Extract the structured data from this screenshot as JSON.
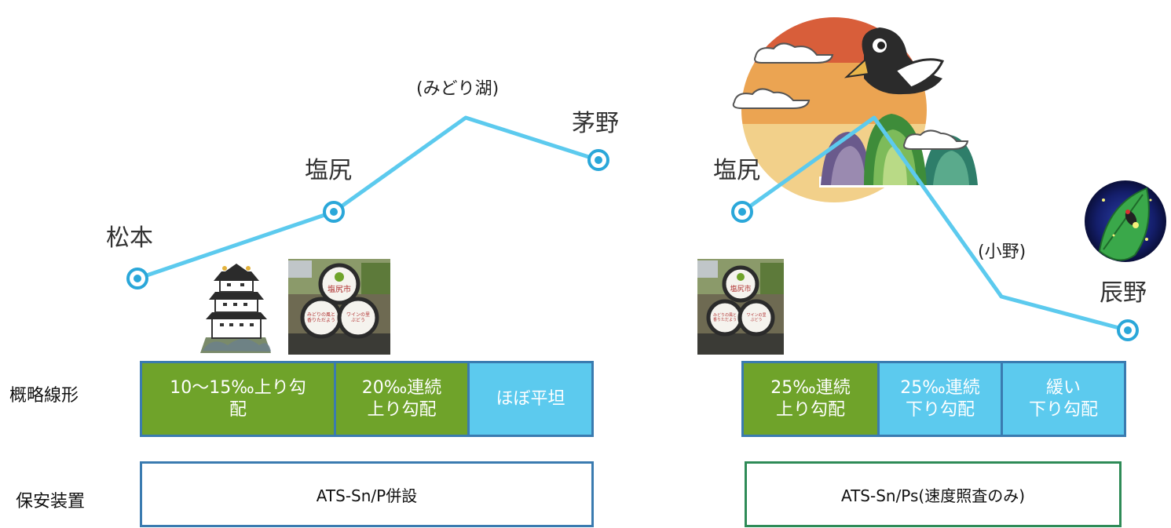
{
  "left_section": {
    "stations": [
      {
        "name": "松本"
      },
      {
        "name": "塩尻"
      },
      {
        "name": "茅野"
      }
    ],
    "waypoint": "(みどり湖)",
    "grades": [
      {
        "label": "10〜15‰上り勾\n配",
        "color": "#6fa32a"
      },
      {
        "label": "20‰連続\n上り勾配",
        "color": "#6fa32a"
      },
      {
        "label": "ほぼ平坦",
        "color": "#5ccaee"
      }
    ],
    "safety_device": "ATS-Sn/P併設",
    "safety_border_color": "#3a7bb0"
  },
  "right_section": {
    "stations": [
      {
        "name": "塩尻"
      },
      {
        "name": "辰野"
      }
    ],
    "waypoint": "(小野)",
    "grades": [
      {
        "label": "25‰連続\n上り勾配",
        "color": "#6fa32a"
      },
      {
        "label": "25‰連続\n下り勾配",
        "color": "#5ccaee"
      },
      {
        "label": "緩い\n下り勾配",
        "color": "#5ccaee"
      }
    ],
    "safety_device": "ATS-Sn/Ps(速度照査のみ)",
    "safety_border_color": "#2e8b57"
  },
  "row_labels": {
    "outline": "概略線形",
    "safety": "保安装置"
  },
  "sign_texts": {
    "city": "塩尻市",
    "left_barrel": "みどりの風と\n香りただよう",
    "right_barrel": "ワインの里\nぶどう"
  },
  "colors": {
    "route_line": "#5ccaee",
    "station_ring": "#2aa7d9",
    "uphill": "#6fa32a",
    "flat_or_down": "#5ccaee"
  }
}
